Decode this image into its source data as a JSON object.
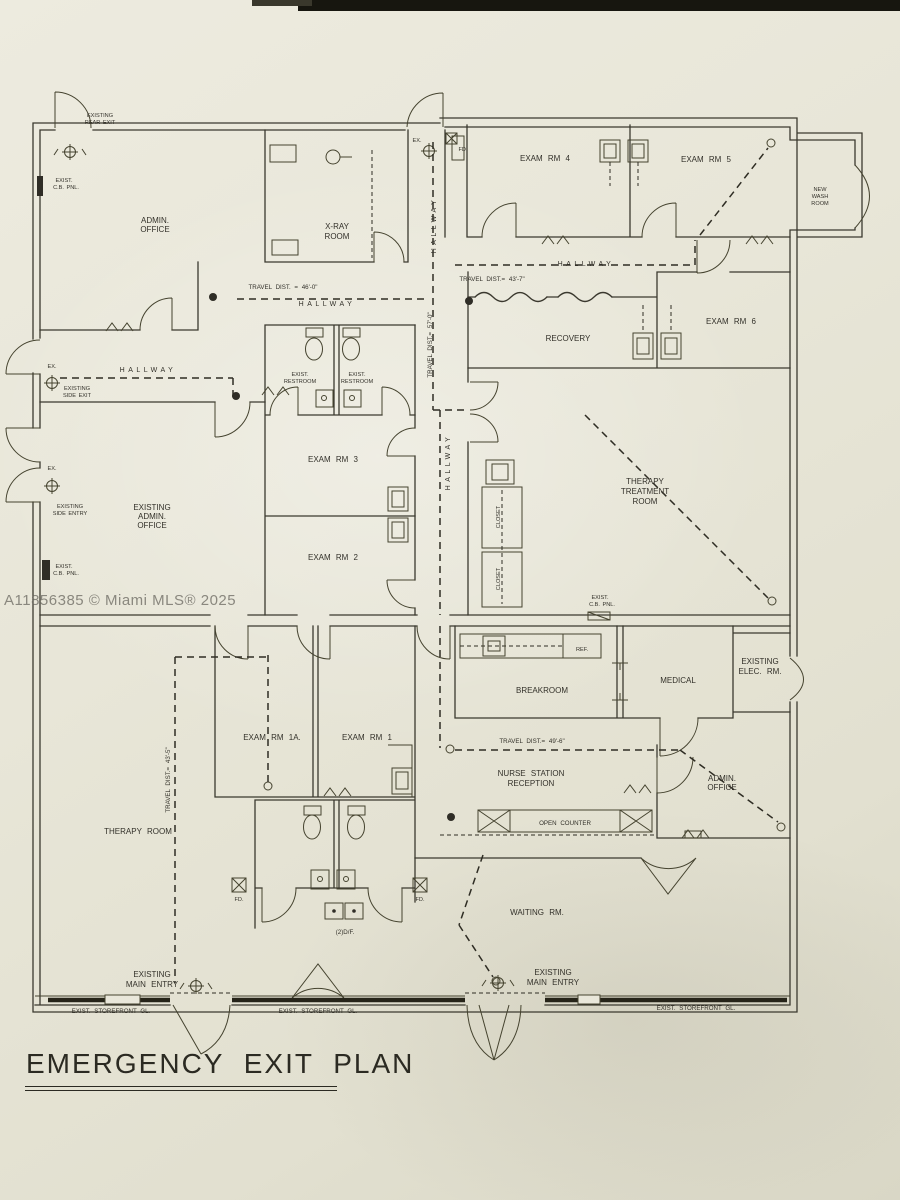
{
  "title": "EMERGENCY EXIT PLAN",
  "watermark": "A11856385 © Miami MLS® 2025",
  "rooms": {
    "admin_office_top": [
      "ADMIN.",
      "OFFICE"
    ],
    "xray": [
      "X-RAY",
      "ROOM"
    ],
    "exam4": "EXAM RM 4",
    "exam5": "EXAM RM 5",
    "new_wash": [
      "NEW",
      "WASH",
      "ROOM"
    ],
    "recovery": "RECOVERY",
    "exam6": "EXAM RM 6",
    "restroom": [
      "EXIST.",
      "RESTROOM"
    ],
    "exam3": "EXAM RM 3",
    "exam2": "EXAM RM 2",
    "existing_admin": [
      "EXISTING",
      "ADMIN.",
      "OFFICE"
    ],
    "therapy_treatment": [
      "THERAPY",
      "TREATMENT",
      "ROOM"
    ],
    "closet": "CLOSET",
    "breakroom": "BREAKROOM",
    "ref": "REF.",
    "medical": "MEDICAL",
    "elec": [
      "EXISTING",
      "ELEC. RM."
    ],
    "nurse": [
      "NURSE STATION",
      "RECEPTION"
    ],
    "open_counter": "OPEN COUNTER",
    "admin_office_bottom": [
      "ADMIN.",
      "OFFICE"
    ],
    "exam1a": "EXAM RM 1A.",
    "exam1": "EXAM RM 1",
    "therapy_room": "THERAPY ROOM",
    "waiting": "WAITING RM."
  },
  "exits": {
    "rear_exit": [
      "EXISTING",
      "REAR EXIT"
    ],
    "side_exit": [
      "EXISTING",
      "SIDE EXIT"
    ],
    "side_entry": [
      "EXISTING",
      "SIDE ENTRY"
    ],
    "main_entry": [
      "EXISTING",
      "MAIN ENTRY"
    ]
  },
  "annotations": {
    "hallway": "HALLWAY",
    "travel_46_0": "TRAVEL DIST. = 46'-0\"",
    "travel_43_7": "TRAVEL DIST.= 43'-7\"",
    "travel_57_0": "TRAVEL DIST.= 57'-0\"",
    "travel_49_6": "TRAVEL DIST.= 49'-6\"",
    "travel_43_5": "TRAVEL DIST.= 43'-5\"",
    "cb_panel": [
      "EXIST.",
      "C.B. PNL."
    ],
    "storefront": "EXIST. STOREFRONT GL.",
    "fd": "FD.",
    "ex": "EX.",
    "df": "(2)D/F."
  }
}
